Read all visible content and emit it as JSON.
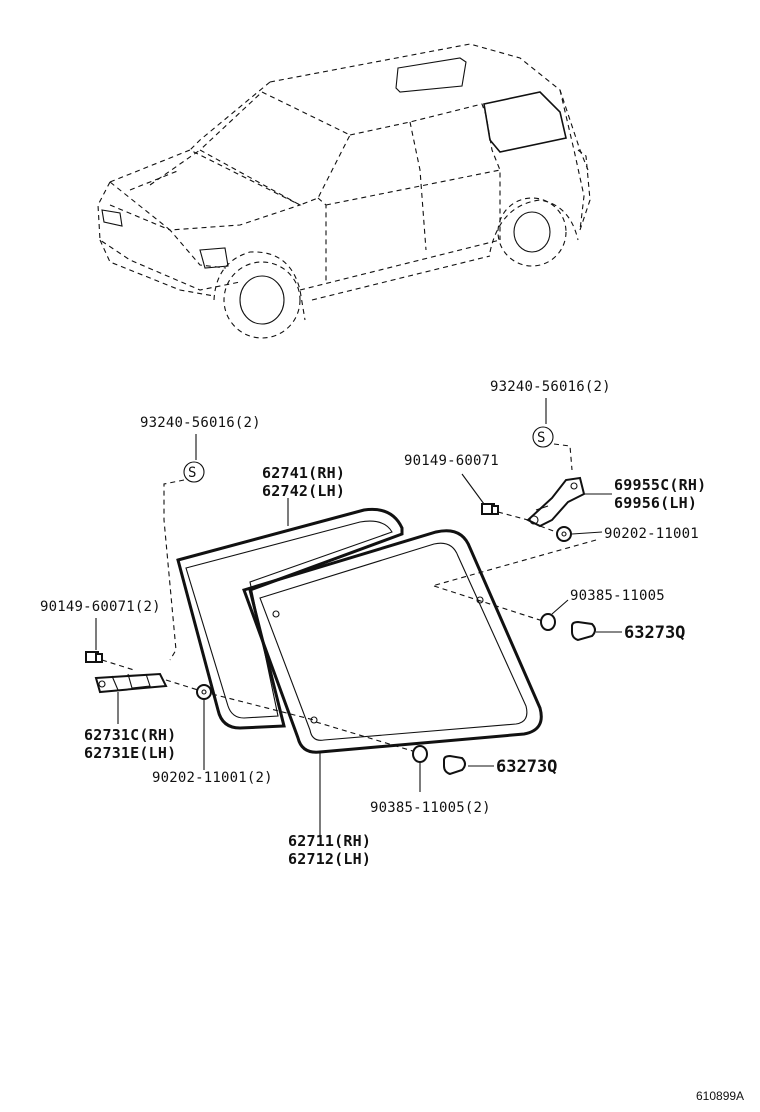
{
  "diagram": {
    "reference_code": "610899A",
    "symbol_s": "S",
    "labels": {
      "screw_top_right": "93240-56016(2)",
      "screw_top_left": "93240-56016(2)",
      "bolt_right": "90149-60071",
      "bolt_left": "90149-60071(2)",
      "hinge_right_rh": "69955C(RH)",
      "hinge_right_lh": "69956(LH)",
      "washer_right": "90202-11001",
      "washer_left": "90202-11001(2)",
      "nut_right": "90385-11005",
      "nut_left": "90385-11005(2)",
      "cap_right": "63273Q",
      "cap_left": "63273Q",
      "weatherstrip_rh": "62741(RH)",
      "weatherstrip_lh": "62742(LH)",
      "hinge_left_rh": "62731C(RH)",
      "hinge_left_lh": "62731E(LH)",
      "glass_rh": "62711(RH)",
      "glass_lh": "62712(LH)"
    }
  }
}
